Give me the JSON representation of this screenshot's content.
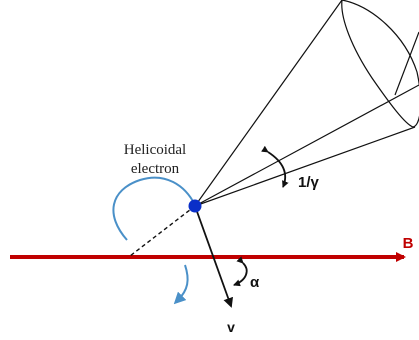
{
  "diagram": {
    "electron_label_line1": "Helicoidal",
    "electron_label_line2": "electron",
    "field_label": "B",
    "cone_angle_label": "1/γ",
    "pitch_angle_label": "α",
    "velocity_label": "v"
  },
  "colors": {
    "field_line": "#c00000",
    "electron": "#0a2fc8",
    "helix_arc": "#4a90c8",
    "lines": "#111111"
  }
}
